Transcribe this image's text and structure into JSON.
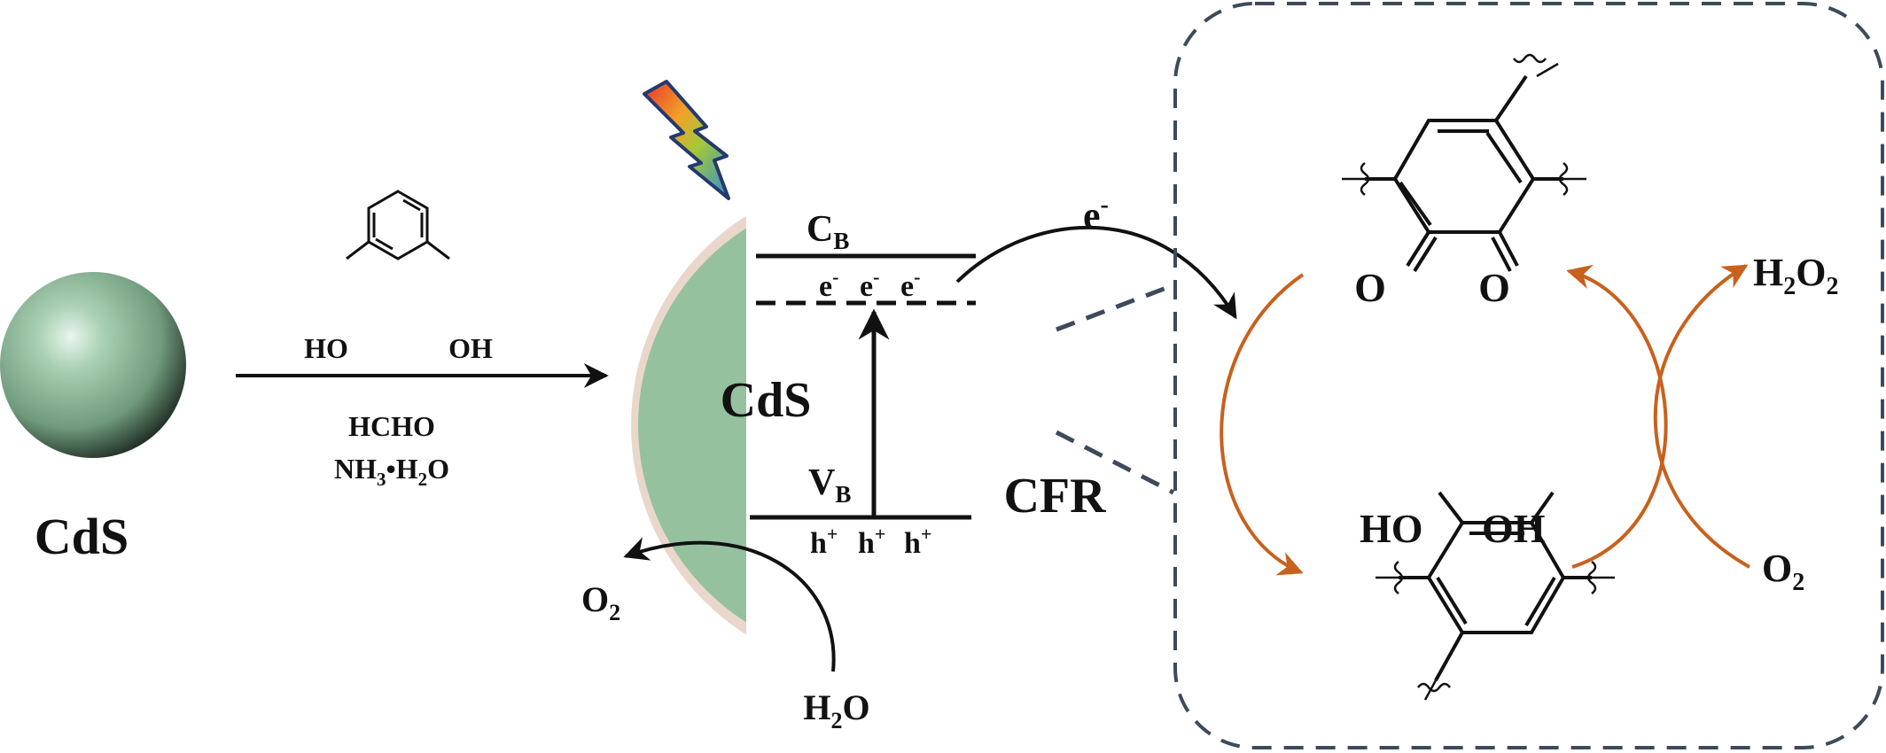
{
  "left": {
    "particle_label": "CdS",
    "reagent1": "HCHO",
    "reagent2_main": "NH",
    "reagent2_sub": "3",
    "reagent2_rest": "•H",
    "reagent2_sub2": "2",
    "reagent2_end": "O",
    "catechol_ho": "HO",
    "catechol_oh": "OH"
  },
  "center": {
    "core_label": "CdS",
    "shell_label": "CFR",
    "cb_main": "C",
    "cb_sub": "B",
    "vb_main": "V",
    "vb_sub": "B",
    "electrons": [
      "e",
      "e",
      "e"
    ],
    "electron_sup": "-",
    "holes": [
      "h",
      "h",
      "h"
    ],
    "hole_sup": "+",
    "transfer_e": "e",
    "transfer_e_sup": "-",
    "water_main": "H",
    "water_sub": "2",
    "water_end": "O",
    "oxygen_main": "O",
    "oxygen_sub": "2"
  },
  "right": {
    "quinone_o1": "O",
    "quinone_o2": "O",
    "hydroquinone_ho": "HO",
    "hydroquinone_oh": "OH",
    "h2o2_h": "H",
    "h2o2_sub1": "2",
    "h2o2_o": "O",
    "h2o2_sub2": "2",
    "o2_main": "O",
    "o2_sub": "2"
  },
  "colors": {
    "core_green": "#96c19f",
    "shell_tan": "#ead7cc",
    "cycle_orange": "#c8611d",
    "dashed_box": "#3d4a5c",
    "particle_green": "#8fb89a"
  }
}
